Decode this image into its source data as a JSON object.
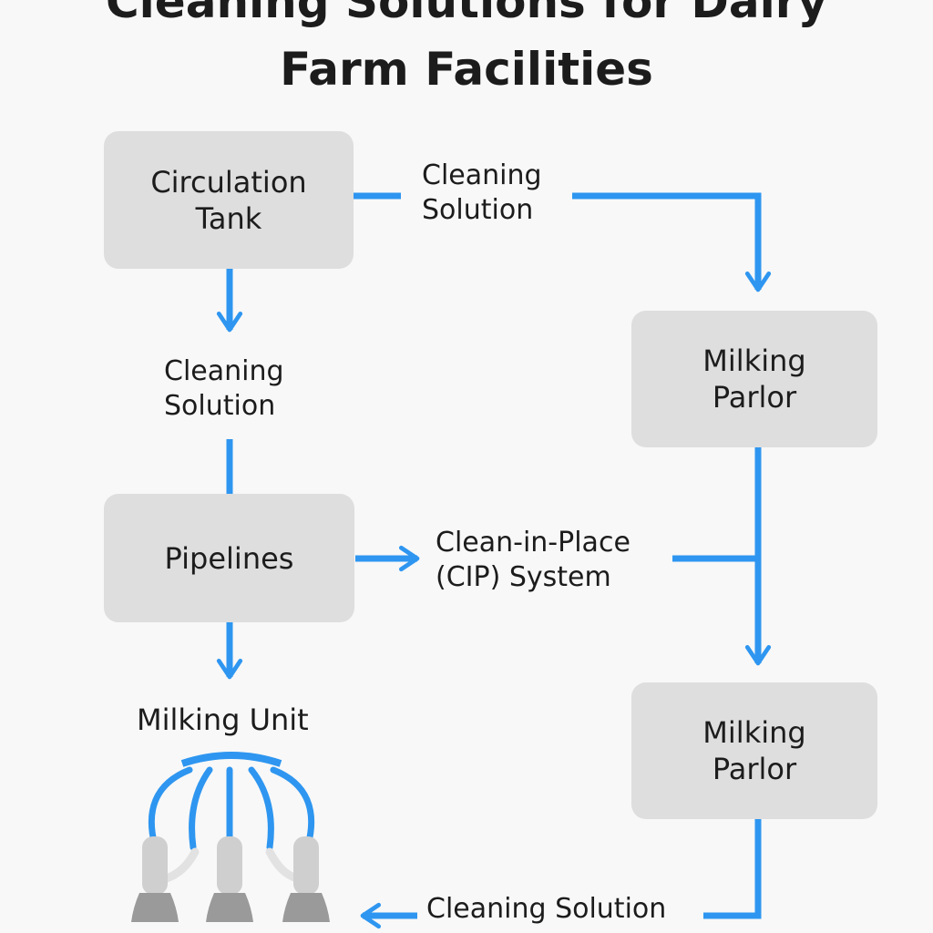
{
  "title": {
    "line1": "Cleaning Solutions for Dairy",
    "line2": "Farm Facilities"
  },
  "nodes": {
    "circulation_tank": {
      "line1": "Circulation",
      "line2": "Tank"
    },
    "milking_parlor_1": {
      "line1": "Milking",
      "line2": "Parlor"
    },
    "pipelines": {
      "label": "Pipelines"
    },
    "milking_parlor_2": {
      "line1": "Milking",
      "line2": "Parlor"
    },
    "milking_unit": {
      "label": "Milking Unit"
    }
  },
  "edge_labels": {
    "tank_to_parlor": {
      "line1": "Cleaning",
      "line2": "Solution"
    },
    "tank_to_pipelines": {
      "line1": "Cleaning",
      "line2": "Solution"
    },
    "pipelines_to_cip": {
      "line1": "Clean-in-Place",
      "line2": "(CIP) System"
    },
    "parlor_to_unit": {
      "label": "Cleaning Solution"
    }
  },
  "colors": {
    "arrow": "#2e96f0",
    "box": "#dedede",
    "text": "#1c1c1c",
    "cup": "#cfcfcf",
    "cup_base": "#9a9a9a"
  }
}
